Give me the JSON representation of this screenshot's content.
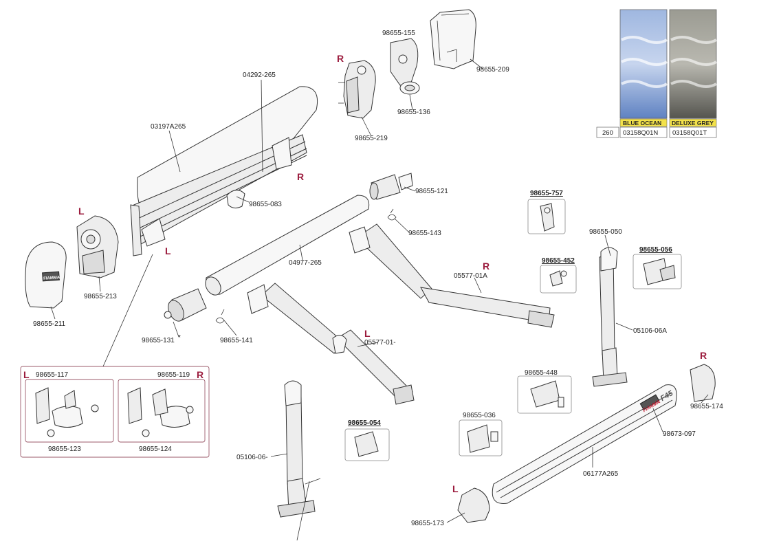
{
  "side_marks": {
    "left": "L",
    "right": "R"
  },
  "parts": {
    "p98655_155": "98655-155",
    "p98655_209": "98655-209",
    "p98655_136": "98655-136",
    "p98655_219": "98655-219",
    "p04292_265": "04292-265",
    "p03197A265": "03197A265",
    "p98655_083": "98655-083",
    "p98655_121": "98655-121",
    "p98655_143": "98655-143",
    "p98655_757": "98655-757",
    "p98655_050": "98655-050",
    "p98655_056": "98655-056",
    "p98655_452": "98655-452",
    "p05577_01A": "05577-01A",
    "p04977_265": "04977-265",
    "p98655_213": "98655-213",
    "p98655_211": "98655-211",
    "p98655_131": "98655-131",
    "p98655_131_mark": "*",
    "p98655_141": "98655-141",
    "p05577_01": "05577-01-",
    "p05106_06A": "05106-06A",
    "p98655_117": "98655-117",
    "p98655_119": "98655-119",
    "p98655_123": "98655-123",
    "p98655_124": "98655-124",
    "p98655_448": "98655-448",
    "p98655_174": "98655-174",
    "p98655_036": "98655-036",
    "p98655_054": "98655-054",
    "p98673_097": "98673-097",
    "p05106_06": "05106-06-",
    "p06177A265": "06177A265",
    "p98655_173": "98655-173"
  },
  "brand_text": "FIAMMA",
  "model_text": "F45",
  "fabric_table": {
    "size": "260",
    "swatches": [
      {
        "name": "BLUE OCEAN",
        "code": "03158Q01N",
        "color": "#7b9ccf"
      },
      {
        "name": "DELUXE GREY",
        "code": "03158Q01T",
        "color": "#7d7d76"
      }
    ],
    "label_bg": "#f3e24a"
  }
}
